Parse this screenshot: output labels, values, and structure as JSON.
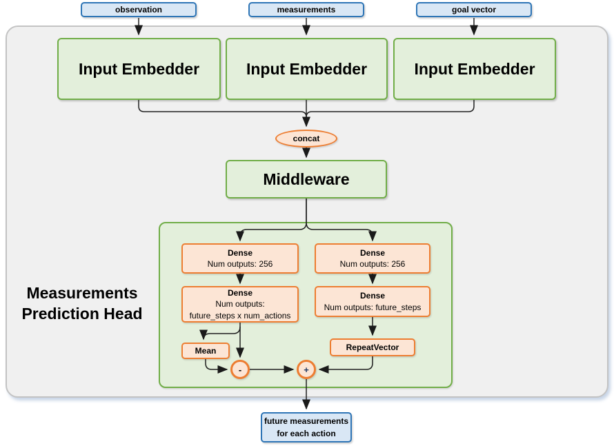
{
  "diagram": {
    "inputs": [
      {
        "label": "observation"
      },
      {
        "label": "measurements"
      },
      {
        "label": "goal vector"
      }
    ],
    "embedders": [
      {
        "label": "Input Embedder"
      },
      {
        "label": "Input Embedder"
      },
      {
        "label": "Input Embedder"
      }
    ],
    "concat": {
      "label": "concat"
    },
    "middleware": {
      "label": "Middleware"
    },
    "head": {
      "title_line1": "Measurements",
      "title_line2": "Prediction Head",
      "dense_top_left": {
        "title": "Dense",
        "line1": "Num outputs: 256"
      },
      "dense_top_right": {
        "title": "Dense",
        "line1": "Num outputs: 256"
      },
      "dense_mid_left": {
        "title": "Dense",
        "line1": "Num outputs:",
        "line2": "future_steps x num_actions"
      },
      "dense_mid_right": {
        "title": "Dense",
        "line1": "Num outputs: future_steps"
      },
      "mean": {
        "label": "Mean"
      },
      "repeat_vector": {
        "label": "RepeatVector"
      },
      "minus": {
        "label": "-"
      },
      "plus": {
        "label": "+"
      }
    },
    "output": {
      "line1": "future measurements",
      "line2": "for each action"
    },
    "colors": {
      "blue_fill": "#d9e7f5",
      "blue_border": "#2e75b6",
      "green_fill": "#e3efdb",
      "green_border": "#70ad47",
      "orange_fill": "#fce5d5",
      "orange_border": "#ed7d31",
      "gray_fill": "#f0f0f0",
      "gray_border": "#c3c3c3",
      "wire": "#1f1f1f"
    }
  }
}
